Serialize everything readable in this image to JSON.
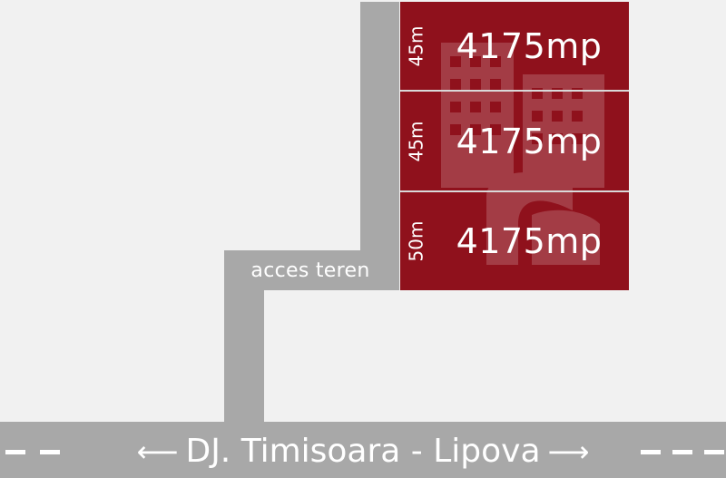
{
  "roads": {
    "main_label": "DJ. Timisoara - Lipova",
    "left_arrow": "⟵",
    "right_arrow": "⟶",
    "access_label": "acces teren"
  },
  "plots": [
    {
      "dimension": "45m",
      "area": "4175mp"
    },
    {
      "dimension": "45m",
      "area": "4175mp"
    },
    {
      "dimension": "50m",
      "area": "4175mp"
    }
  ],
  "colors": {
    "plot_fill": "#8f111c",
    "road_fill": "#a8a8a8",
    "background": "#f1f1f1",
    "text": "#ffffff"
  }
}
